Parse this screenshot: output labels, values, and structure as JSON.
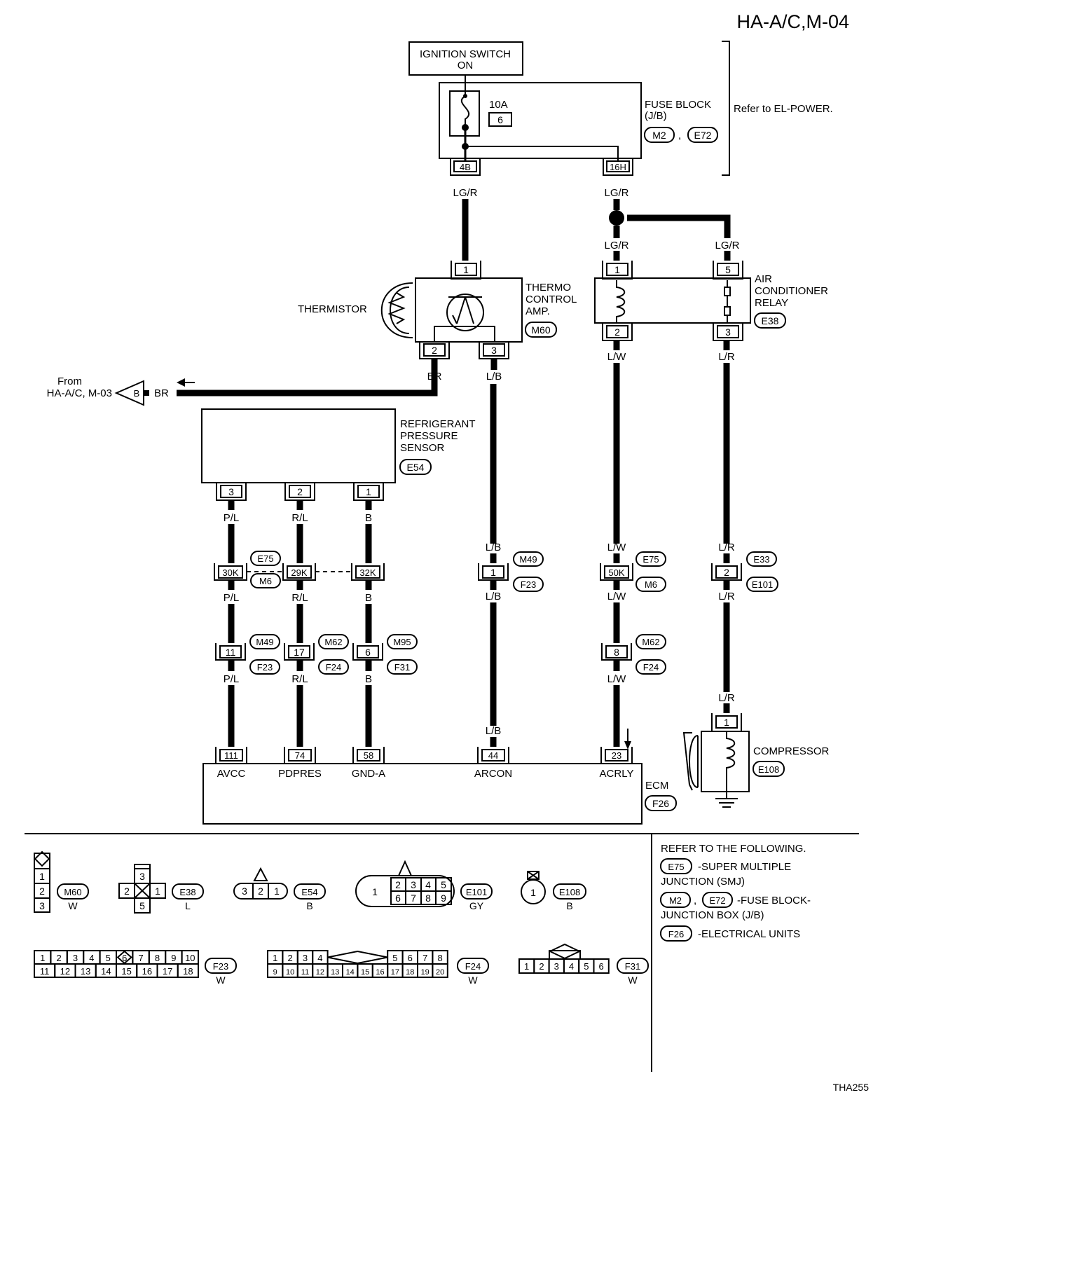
{
  "title": "HA-A/C,M-04",
  "image_code": "THA255",
  "ignition": {
    "line1": "IGNITION SWITCH",
    "line2": "ON"
  },
  "fuse_block": {
    "amps": "10A",
    "number": "6",
    "label_l1": "FUSE BLOCK",
    "label_l2": "(J/B)",
    "conn1": "M2",
    "conn2": "E72",
    "sep": ",",
    "refer": "Refer to EL-POWER.",
    "term_left": "4B",
    "term_right": "16H"
  },
  "wires": {
    "lgr_a": "LG/R",
    "lgr_b": "LG/R",
    "lgr_c": "LG/R",
    "lgr_d": "LG/R",
    "br_1": "BR",
    "br_2": "BR",
    "lb_1": "L/B",
    "lb_2": "L/B",
    "lb_3": "L/B",
    "lb_4": "L/B",
    "lw_1": "L/W",
    "lw_2": "L/W",
    "lw_3": "L/W",
    "lw_4": "L/W",
    "lr_1": "L/R",
    "lr_2": "L/R",
    "lr_3": "L/R",
    "lr_4": "L/R",
    "pl_1": "P/L",
    "pl_2": "P/L",
    "pl_3": "P/L",
    "rl_1": "R/L",
    "rl_2": "R/L",
    "rl_3": "R/L",
    "b_1": "B",
    "b_2": "B",
    "b_3": "B"
  },
  "thermo": {
    "l1": "THERMO",
    "l2": "CONTROL",
    "l3": "AMP.",
    "conn": "M60",
    "pin_in": "1",
    "pin_2": "2",
    "pin_3": "3",
    "thermistor": "THERMISTOR"
  },
  "relay": {
    "l1": "AIR",
    "l2": "CONDITIONER",
    "l3": "RELAY",
    "conn": "E38",
    "pin1": "1",
    "pin2": "2",
    "pin5": "5",
    "pin3": "3"
  },
  "from_ref": {
    "l1": "From",
    "l2": "HA-A/C, M-03",
    "letter": "B"
  },
  "sensor": {
    "l1": "REFRIGERANT",
    "l2": "PRESSURE",
    "l3": "SENSOR",
    "conn": "E54",
    "pin3": "3",
    "pin2": "2",
    "pin1": "1"
  },
  "joints": {
    "row1": {
      "a": "30K",
      "b": "29K",
      "c": "32K",
      "d": "1",
      "e": "50K",
      "f": "2"
    },
    "row1_conn": {
      "e75a": "E75",
      "m6a": "M6",
      "m49a": "M49",
      "f23a": "F23",
      "e75b": "E75",
      "m6b": "M6",
      "e33": "E33",
      "e101": "E101"
    },
    "row2": {
      "a": "11",
      "b": "17",
      "c": "6",
      "d": "8"
    },
    "row2_conn": {
      "m49": "M49",
      "f23": "F23",
      "m62a": "M62",
      "f24a": "F24",
      "m95": "M95",
      "f31": "F31",
      "m62b": "M62",
      "f24b": "F24"
    }
  },
  "ecm": {
    "label": "ECM",
    "conn": "F26",
    "pins": [
      {
        "num": "111",
        "name": "AVCC"
      },
      {
        "num": "74",
        "name": "PDPRES"
      },
      {
        "num": "58",
        "name": "GND-A"
      },
      {
        "num": "44",
        "name": "ARCON"
      },
      {
        "num": "23",
        "name": "ACRLY"
      }
    ]
  },
  "compressor": {
    "label": "COMPRESSOR",
    "conn": "E108",
    "pin": "1"
  },
  "connectors": {
    "m60": {
      "id": "M60",
      "color": "W",
      "pins": [
        "1",
        "2",
        "3"
      ]
    },
    "e38": {
      "id": "E38",
      "color": "L",
      "pins": [
        "3",
        "2",
        "1",
        "5"
      ]
    },
    "e54": {
      "id": "E54",
      "color": "B",
      "pins": [
        "3",
        "2",
        "1"
      ]
    },
    "e101": {
      "id": "E101",
      "color": "GY",
      "big": "1",
      "top": [
        "2",
        "3",
        "4",
        "5"
      ],
      "bottom": [
        "6",
        "7",
        "8",
        "9"
      ]
    },
    "e108": {
      "id": "E108",
      "color": "B",
      "pin": "1"
    },
    "f23": {
      "id": "F23",
      "color": "W",
      "top": [
        "1",
        "2",
        "3",
        "4",
        "5",
        "6",
        "7",
        "8",
        "9",
        "10"
      ],
      "bottom": [
        "11",
        "12",
        "13",
        "14",
        "15",
        "16",
        "17",
        "18"
      ]
    },
    "f24": {
      "id": "F24",
      "color": "W",
      "top_left": [
        "1",
        "2",
        "3",
        "4"
      ],
      "top_right": [
        "5",
        "6",
        "7",
        "8"
      ],
      "bottom": [
        "9",
        "10",
        "11",
        "12",
        "13",
        "14",
        "15",
        "16",
        "17",
        "18",
        "19",
        "20"
      ]
    },
    "f31": {
      "id": "F31",
      "color": "W",
      "pins": [
        "1",
        "2",
        "3",
        "4",
        "5",
        "6"
      ]
    }
  },
  "refer": {
    "heading": "REFER TO THE FOLLOWING.",
    "items": [
      {
        "conn": "E75",
        "text1": "-SUPER MULTIPLE",
        "text2": "JUNCTION (SMJ)"
      },
      {
        "conn": "M2",
        "conn2": "E72",
        "sep": ",",
        "text1": "-FUSE BLOCK-",
        "text2": "JUNCTION BOX (J/B)"
      },
      {
        "conn": "F26",
        "text1": "-ELECTRICAL UNITS",
        "text2": ""
      }
    ]
  }
}
